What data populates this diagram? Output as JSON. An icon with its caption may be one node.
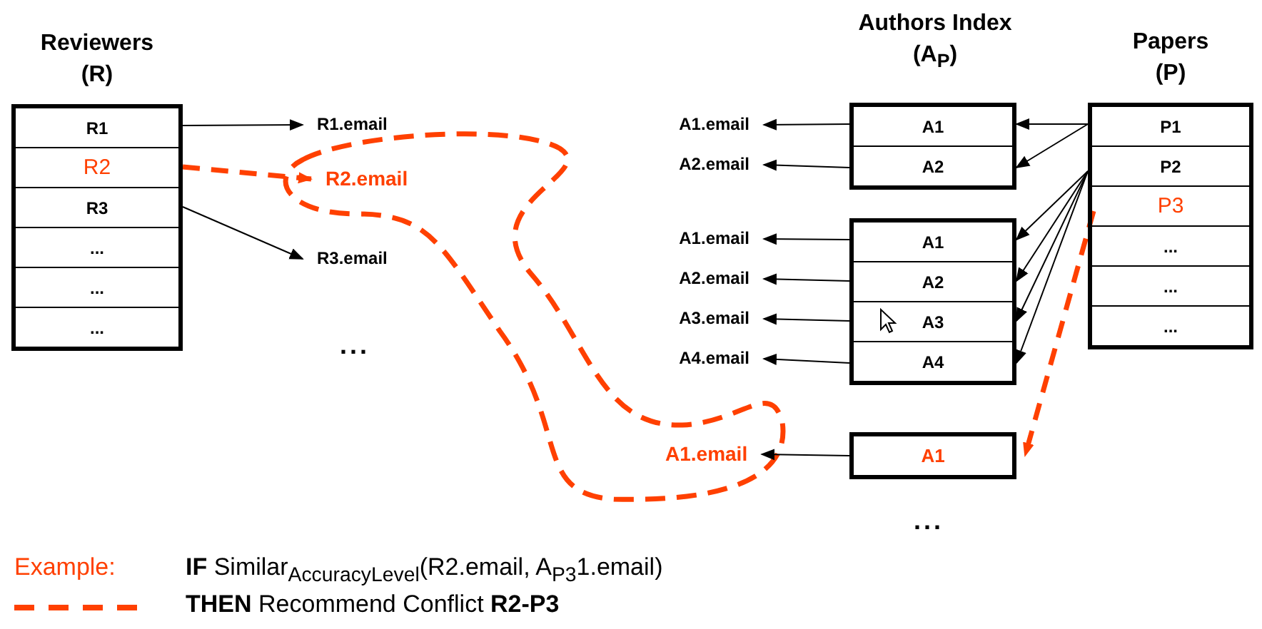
{
  "diagram": {
    "nodes": [
      {
        "text": [
          "Reviewers (R)"
        ]
      },
      {
        "text": [
          "R1"
        ],
        "in": 0
      },
      {
        "text": [
          "R2"
        ],
        "in": 0
      },
      {
        "text": [
          "R3"
        ],
        "in": 0
      },
      {
        "text": [
          "..."
        ],
        "in": 0
      },
      {
        "text": [
          "..."
        ],
        "in": 0
      },
      {
        "text": [
          "..."
        ],
        "in": 0
      },
      {
        "text": [
          "R1.email"
        ]
      },
      {
        "text": [
          "R2.email"
        ]
      },
      {
        "text": [
          "R3.email"
        ]
      },
      {
        "text": [],
        "shape": "box"
      },
      {
        "text": [
          "A1"
        ],
        "in": 10
      },
      {
        "text": [
          "A2"
        ],
        "in": 10
      },
      {
        "text": [],
        "shape": "box"
      },
      {
        "text": [
          "A1"
        ],
        "in": 13
      },
      {
        "text": [
          "A2"
        ],
        "in": 13
      },
      {
        "text": [
          "A3"
        ],
        "in": 13
      },
      {
        "text": [
          "A4"
        ],
        "in": 13
      },
      {
        "text": [],
        "shape": "box"
      },
      {
        "text": [
          "A1"
        ],
        "in": 18
      },
      {
        "text": [
          "Papers (P)"
        ]
      },
      {
        "text": [
          "P1"
        ],
        "in": 20
      },
      {
        "text": [
          "P2"
        ],
        "in": 20
      },
      {
        "text": [
          "P3"
        ],
        "in": 20
      },
      {
        "text": [
          "..."
        ],
        "in": 20
      },
      {
        "text": [
          "..."
        ],
        "in": 20
      },
      {
        "text": [
          "..."
        ],
        "in": 20
      },
      {
        "text": [
          "A1.email"
        ]
      },
      {
        "text": [
          "A2.email"
        ]
      },
      {
        "text": [
          "A1.email"
        ]
      },
      {
        "text": [
          "A2.email"
        ]
      },
      {
        "text": [
          "A3.email"
        ]
      },
      {
        "text": [
          "A4.email"
        ]
      },
      {
        "text": [
          "A1.email"
        ]
      }
    ],
    "edges": [
      {
        "from": 1,
        "to": 7,
        "arrow": "to"
      },
      {
        "from": 2,
        "to": 8,
        "arrow": "to",
        "style": "dashed",
        "color": "#ff4000"
      },
      {
        "from": 3,
        "to": 9,
        "arrow": "to"
      },
      {
        "from": 11,
        "to": 27,
        "arrow": "to"
      },
      {
        "from": 12,
        "to": 28,
        "arrow": "to"
      },
      {
        "from": 14,
        "to": 29,
        "arrow": "to"
      },
      {
        "from": 15,
        "to": 30,
        "arrow": "to"
      },
      {
        "from": 16,
        "to": 31,
        "arrow": "to"
      },
      {
        "from": 17,
        "to": 32,
        "arrow": "to"
      },
      {
        "from": 19,
        "to": 33,
        "arrow": "to"
      },
      {
        "from": 21,
        "to": 11,
        "arrow": "to"
      },
      {
        "from": 21,
        "to": 12,
        "arrow": "to"
      },
      {
        "from": 22,
        "to": 14,
        "arrow": "to"
      },
      {
        "from": 22,
        "to": 15,
        "arrow": "to"
      },
      {
        "from": 22,
        "to": 16,
        "arrow": "to"
      },
      {
        "from": 22,
        "to": 17,
        "arrow": "to"
      },
      {
        "from": 23,
        "to": 19,
        "arrow": "to",
        "style": "dashed",
        "color": "#ff4000"
      }
    ],
    "labels": [
      "Authors Index (A$_{P}$)",
      "...",
      "...",
      "Example:",
      "**IF** Similar$_{AccuracyLevel}$(R2.email, A$_{P3}$1.email)",
      "**THEN** Recommend Conflict **R2-P3**"
    ]
  }
}
